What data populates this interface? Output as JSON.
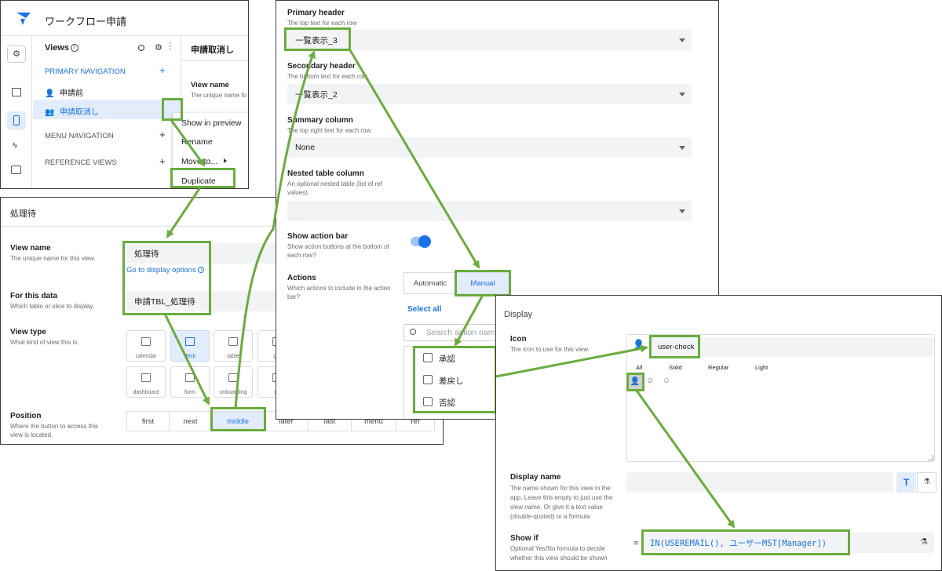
{
  "app": {
    "title": "ワークフロー申請"
  },
  "views_panel": {
    "header": "Views",
    "primary_nav": "PRIMARY NAVIGATION",
    "menu_nav": "MENU NAVIGATION",
    "reference_views": "REFERENCE VIEWS",
    "items": [
      {
        "label": "申請前"
      },
      {
        "label": "申請取消し"
      }
    ],
    "right_title": "申請取消し",
    "right_view_name": "View name",
    "right_view_name_desc": "The unique name fo",
    "context_menu": [
      "Show in preview",
      "Rename",
      "Move to...",
      "Duplicate"
    ]
  },
  "view_config": {
    "title": "処理待",
    "view_name_label": "View name",
    "view_name_desc": "The unique name for this view.",
    "view_name_value": "処理待",
    "display_options_link": "Go to display options",
    "for_this_data_label": "For this data",
    "for_this_data_desc": "Which table or slice to display.",
    "for_this_data_value": "申請TBL_処理待",
    "view_type_label": "View type",
    "view_type_desc": "What kind of view this is.",
    "view_types": [
      "calendar",
      "deck",
      "table",
      "gal",
      "dashboard",
      "form",
      "onboarding",
      "ca"
    ],
    "position_label": "Position",
    "position_desc": "Where the button to access this view is located.",
    "positions": [
      "first",
      "next",
      "middle",
      "later",
      "last",
      "menu",
      "ref"
    ],
    "selected_position": "middle"
  },
  "deck_settings": {
    "primary_header_label": "Primary header",
    "primary_header_desc": "The top text for each row",
    "primary_header_value": "一覧表示_3",
    "secondary_header_label": "Secondary header",
    "secondary_header_desc": "The bottom text for each row.",
    "secondary_header_value": "一覧表示_2",
    "summary_label": "Summary column",
    "summary_desc": "The top right text for each row.",
    "summary_value": "None",
    "nested_label": "Nested table column",
    "nested_desc": "An optional nested table (list of ref values).",
    "nested_value": "",
    "action_bar_label": "Show action bar",
    "action_bar_desc": "Show action buttons at the bottom of each row?",
    "action_bar_on": true,
    "actions_label": "Actions",
    "actions_desc": "Which actions to include in the action bar?",
    "actions_mode_auto": "Automatic",
    "actions_mode_manual": "Manual",
    "select_all": "Select all",
    "search_placeholder": "Search action nam",
    "actions": [
      {
        "label": "承認",
        "checked": false
      },
      {
        "label": "差戻し",
        "checked": false
      },
      {
        "label": "否認",
        "checked": false
      }
    ]
  },
  "display_settings": {
    "title": "Display",
    "icon_label": "Icon",
    "icon_desc": "The icon to use for this view.",
    "icon_value": "user-check",
    "icon_filters": [
      "All",
      "Solid",
      "Regular",
      "Light"
    ],
    "display_name_label": "Display name",
    "display_name_desc": "The name shown for this view in the app. Leave this empty to just use the view name. Or give it a text value (double-quoted) or a formula",
    "display_name_value": "",
    "show_if_label": "Show if",
    "show_if_desc": "Optional Yes/No formula to decide whether this view should be shown",
    "show_if_eq": "=",
    "show_if_value": "IN(USEREMAIL(), ユーザーMST[Manager])"
  },
  "colors": {
    "accent_green": "#6aac3f",
    "brand_blue": "#1a73e8"
  }
}
